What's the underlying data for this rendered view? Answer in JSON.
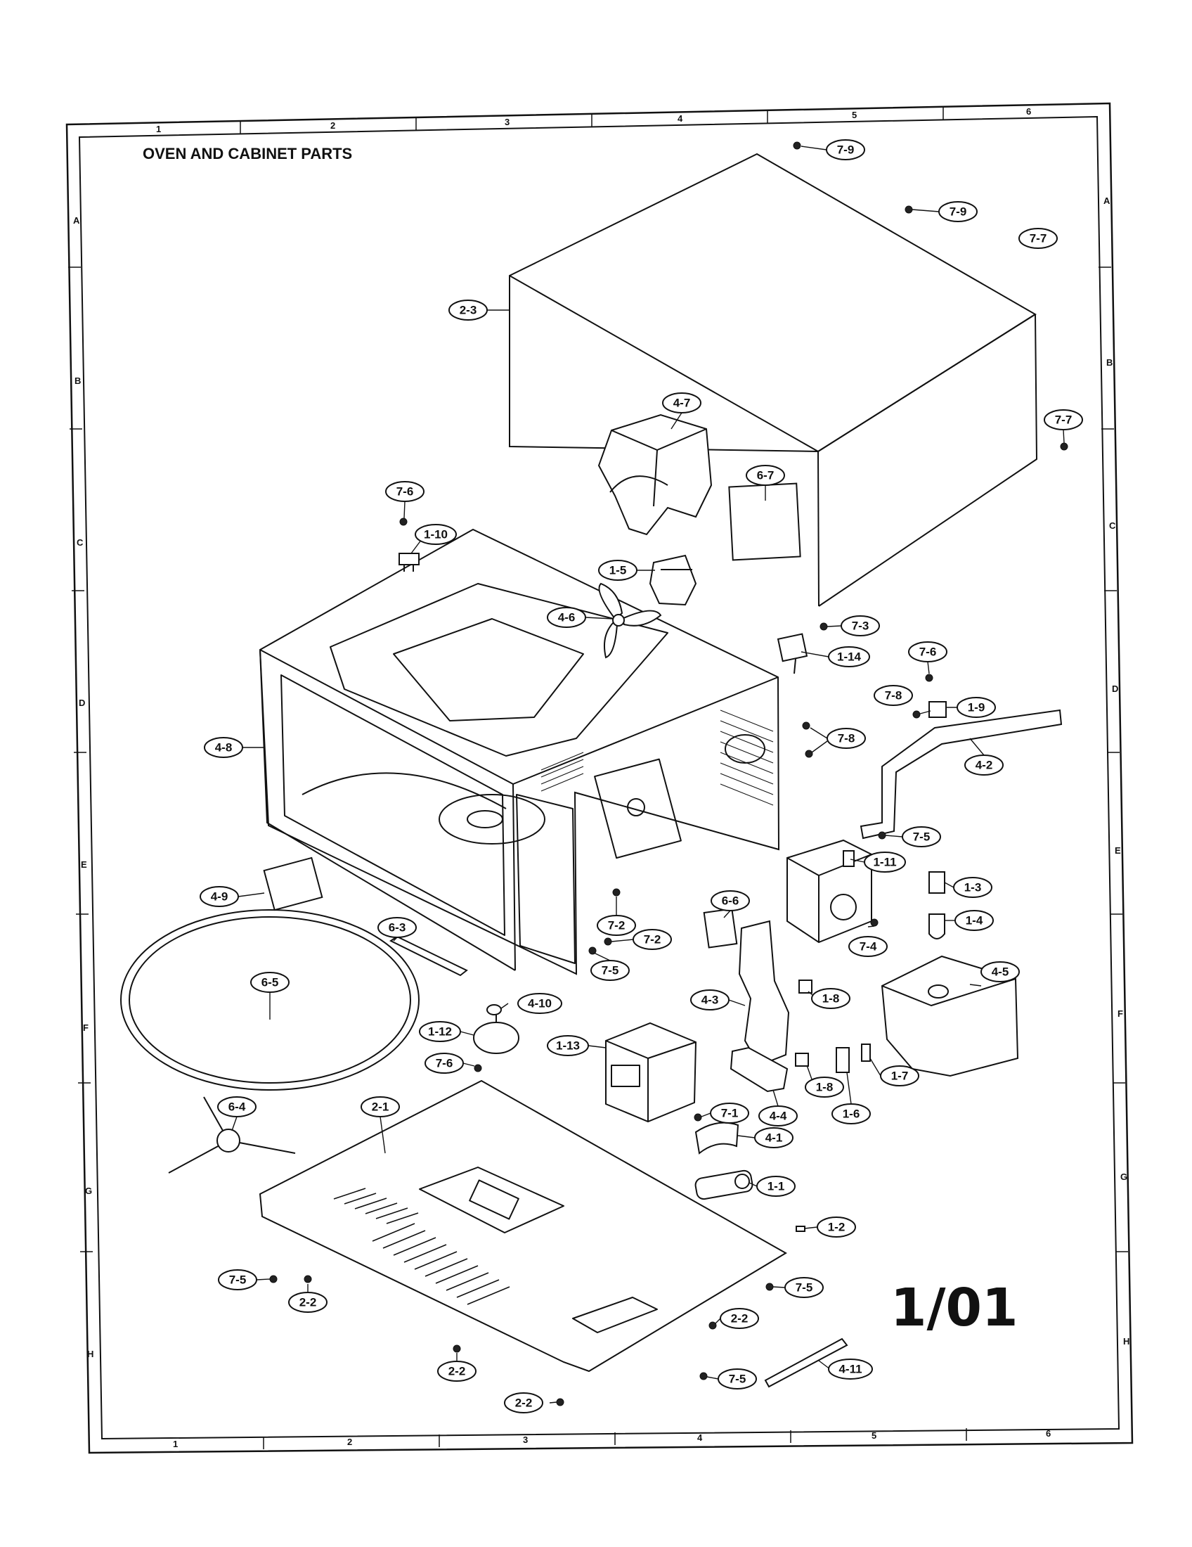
{
  "title": "OVEN AND CABINET PARTS",
  "page_number": "1/01",
  "grid": {
    "columns": [
      "1",
      "2",
      "3",
      "4",
      "5",
      "6"
    ],
    "rows": [
      "A",
      "B",
      "C",
      "D",
      "E",
      "F",
      "G",
      "H"
    ]
  },
  "callouts": {
    "c_7_9a": "7-9",
    "c_7_9b": "7-9",
    "c_7_7a": "7-7",
    "c_2_3": "2-3",
    "c_4_7": "4-7",
    "c_7_7b": "7-7",
    "c_6_7": "6-7",
    "c_7_6a": "7-6",
    "c_1_10": "1-10",
    "c_1_5": "1-5",
    "c_4_6": "4-6",
    "c_7_3": "7-3",
    "c_1_14": "1-14",
    "c_7_6b": "7-6",
    "c_7_8a": "7-8",
    "c_1_9": "1-9",
    "c_4_8": "4-8",
    "c_7_8b": "7-8",
    "c_4_2": "4-2",
    "c_7_5a": "7-5",
    "c_1_11": "1-11",
    "c_4_9": "4-9",
    "c_1_3": "1-3",
    "c_6_6": "6-6",
    "c_1_4": "1-4",
    "c_7_2a": "7-2",
    "c_6_3": "6-3",
    "c_7_2b": "7-2",
    "c_7_4": "7-4",
    "c_6_5": "6-5",
    "c_7_5b": "7-5",
    "c_1_8a": "1-8",
    "c_4_5": "4-5",
    "c_4_10": "4-10",
    "c_4_3": "4-3",
    "c_1_12": "1-12",
    "c_1_13": "1-13",
    "c_7_6c": "7-6",
    "c_1_7": "1-7",
    "c_1_8b": "1-8",
    "c_4_4": "4-4",
    "c_1_6": "1-6",
    "c_2_1": "2-1",
    "c_6_4": "6-4",
    "c_7_1": "7-1",
    "c_4_1": "4-1",
    "c_1_1": "1-1",
    "c_1_2": "1-2",
    "c_7_5c": "7-5",
    "c_2_2a": "2-2",
    "c_7_5d": "7-5",
    "c_2_2b": "2-2",
    "c_2_2c": "2-2",
    "c_7_5e": "7-5",
    "c_4_11": "4-11",
    "c_2_2d": "2-2"
  }
}
